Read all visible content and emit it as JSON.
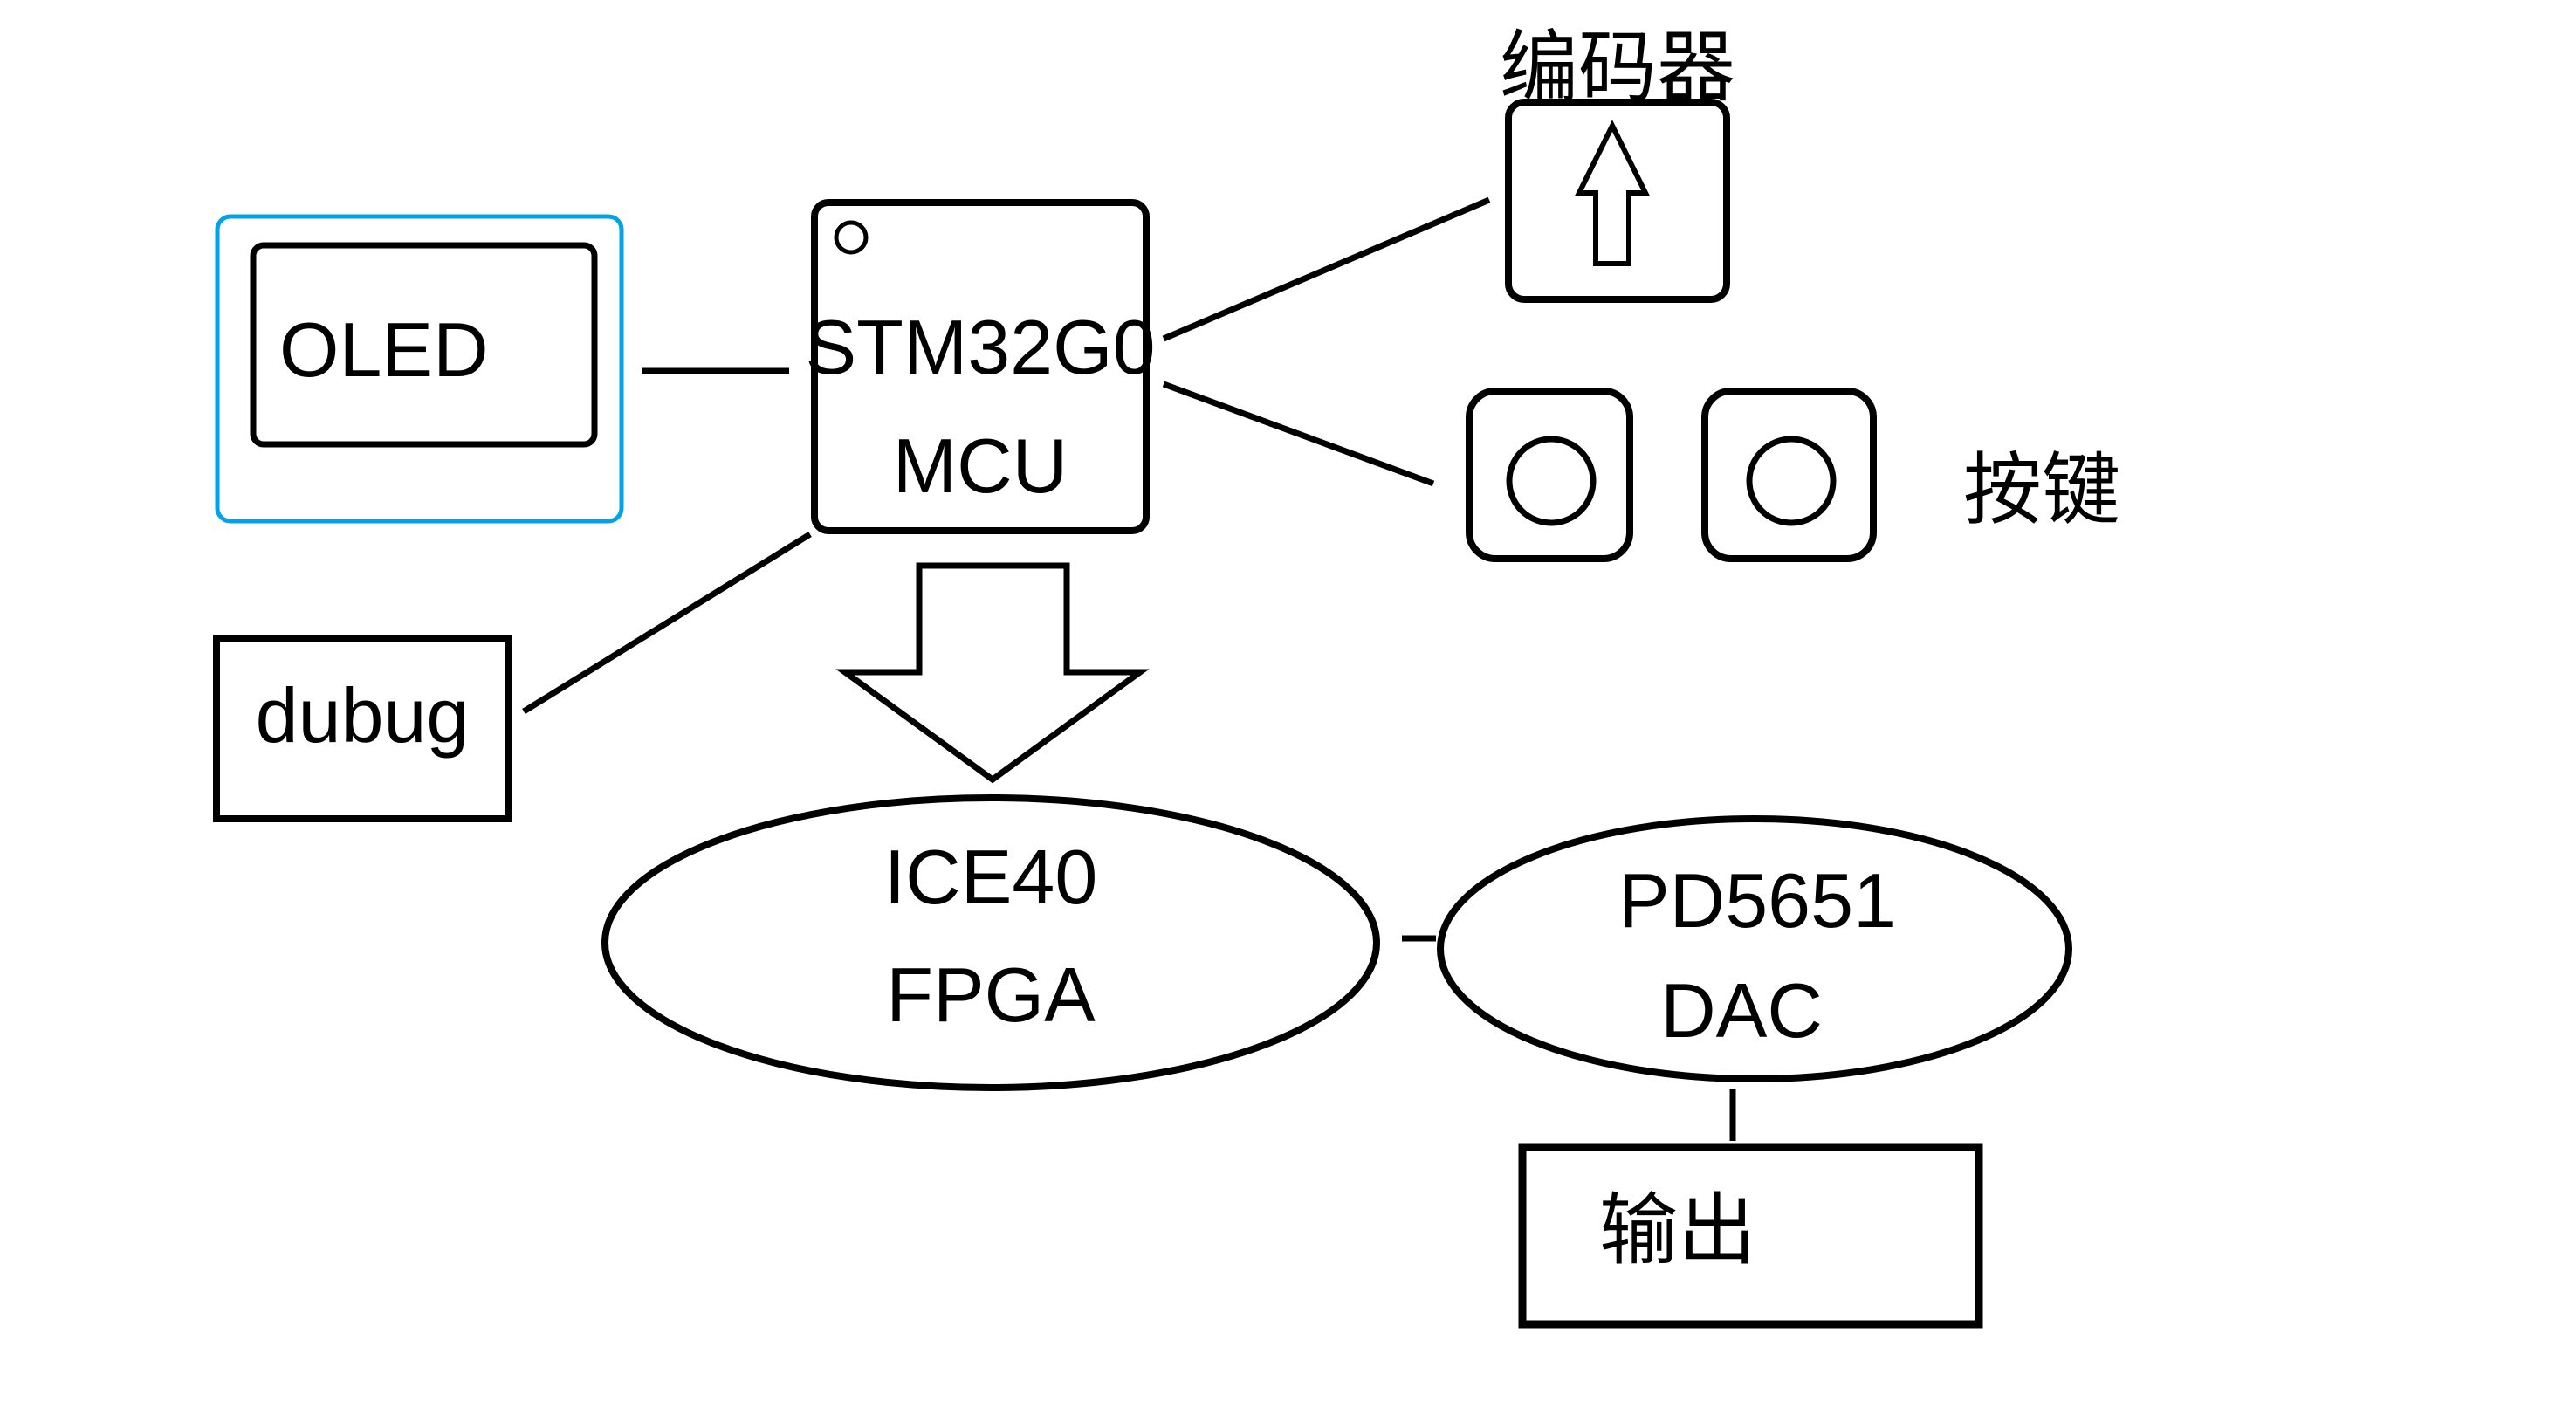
{
  "diagram": {
    "type": "hardware-block-diagram",
    "colors": {
      "background": "#ffffff",
      "line": "#000000",
      "highlight": "#00a2e8"
    },
    "icons": {
      "encoder": "up-arrow-icon",
      "mcu_corner": "pin1-dot-icon",
      "flow": "block-arrow-down-icon",
      "button": "button-cap-circle-icon"
    },
    "nodes": {
      "oled": {
        "label": "OLED"
      },
      "mcu": {
        "line1": "STM32G0",
        "line2": "MCU"
      },
      "encoder": {
        "label": "编码器"
      },
      "buttons": {
        "label": "按键"
      },
      "debug": {
        "label": "dubug"
      },
      "fpga": {
        "line1": "ICE40",
        "line2": "FPGA"
      },
      "dac": {
        "line1": "PD5651",
        "line2": "DAC"
      },
      "output": {
        "label": "输出"
      }
    }
  }
}
